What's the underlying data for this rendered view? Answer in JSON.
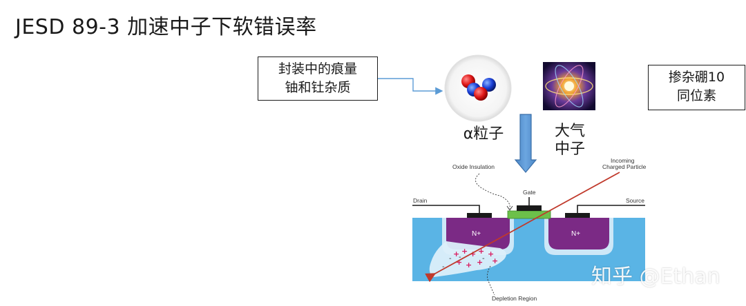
{
  "title": "JESD 89-3 加速中子下软错误率",
  "impurity_box": {
    "line1": "封装中的痕量",
    "line2": "铀和钍杂质"
  },
  "boron_box": {
    "line1": "掺杂硼10",
    "line2": "同位素"
  },
  "alpha_label": "α粒子",
  "neutron_label": {
    "line1": "大气",
    "line2": "中子"
  },
  "transistor": {
    "oxide_insulation": "Oxide Insulation",
    "gate": "Gate",
    "drain": "Drain",
    "source": "Source",
    "incoming_line1": "Incoming",
    "incoming_line2": "Charged Particle",
    "n_plus_left": "N+",
    "n_plus_right": "N+",
    "depletion_region": "Depletion Region"
  },
  "watermark": "知乎 @Ethan",
  "colors": {
    "substrate": "#5ab4e5",
    "n_well": "#7b2a85",
    "gate_oxide": "#6cc04a",
    "arrow_blue": "#5b9bd5",
    "particle_track": "#c0392b"
  }
}
